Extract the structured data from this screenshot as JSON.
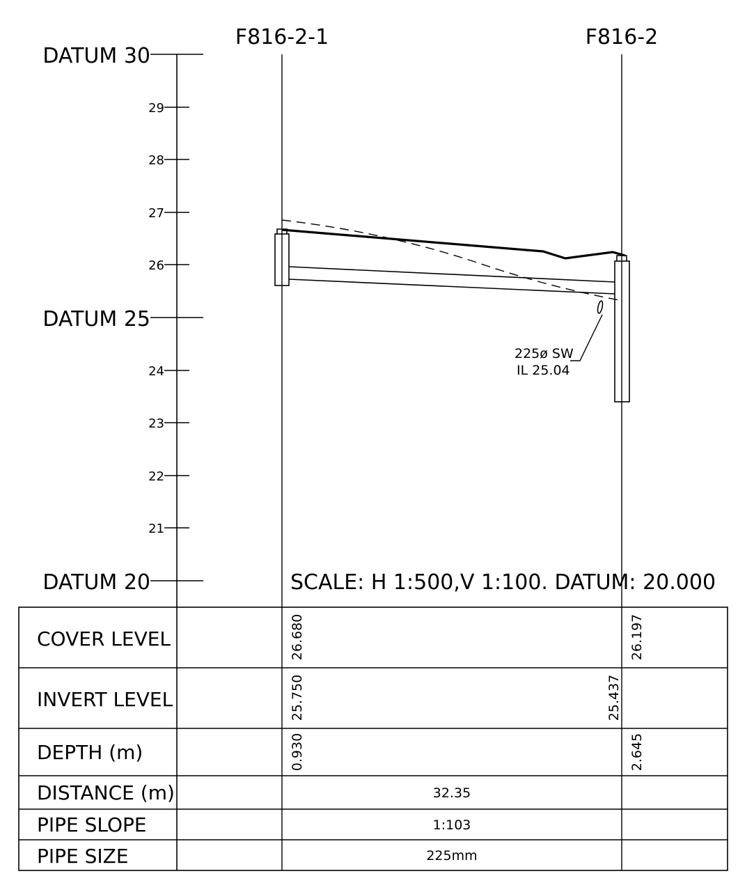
{
  "manholes": [
    {
      "id": "F816-2-1"
    },
    {
      "id": "F816-2"
    }
  ],
  "datum_labels": {
    "d30": "DATUM 30",
    "d25": "DATUM 25",
    "d20": "DATUM 20"
  },
  "scale_ticks": [
    "29",
    "28",
    "27",
    "26",
    "24",
    "23",
    "22",
    "21"
  ],
  "annotation": {
    "line1": "225ø SW",
    "line2": "IL 25.04"
  },
  "scale_note": "SCALE: H 1:500,V 1:100. DATUM: 20.000",
  "table": {
    "rows": [
      {
        "label": "COVER LEVEL",
        "left": "26.680",
        "mid": "",
        "right": "26.197"
      },
      {
        "label": "INVERT LEVEL",
        "left": "25.750",
        "mid": "25.437",
        "right": ""
      },
      {
        "label": "DEPTH (m)",
        "left": "0.930",
        "mid": "",
        "right": "2.645"
      },
      {
        "label": "DISTANCE (m)",
        "center": "32.35"
      },
      {
        "label": "PIPE SLOPE",
        "center": "1:103"
      },
      {
        "label": "PIPE SIZE",
        "center": "225mm"
      }
    ]
  }
}
